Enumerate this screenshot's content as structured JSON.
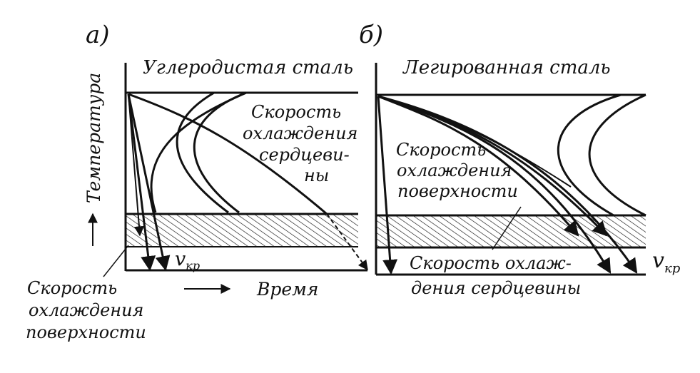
{
  "panels": [
    {
      "id": "a",
      "letter": "а)",
      "title": "Углеродистая сталь",
      "core_label": [
        "Скорость",
        "охлаждения",
        "сердцеви-",
        "ны"
      ],
      "surface_label": [
        "Скорость",
        "охлаждения",
        "поверхности"
      ]
    },
    {
      "id": "b",
      "letter": "б)",
      "title": "Легированная сталь",
      "surface_label": [
        "Скорость",
        "охлаждения",
        "поверхности"
      ],
      "core_label": [
        "Скорость охлаж-",
        "дения сердцевины"
      ]
    }
  ],
  "axes": {
    "y_label": "Температура",
    "x_label": "Время",
    "v_kr": "v",
    "v_kr_sub": "кр"
  },
  "colors": {
    "ink": "#111111",
    "paper": "#ffffff"
  }
}
